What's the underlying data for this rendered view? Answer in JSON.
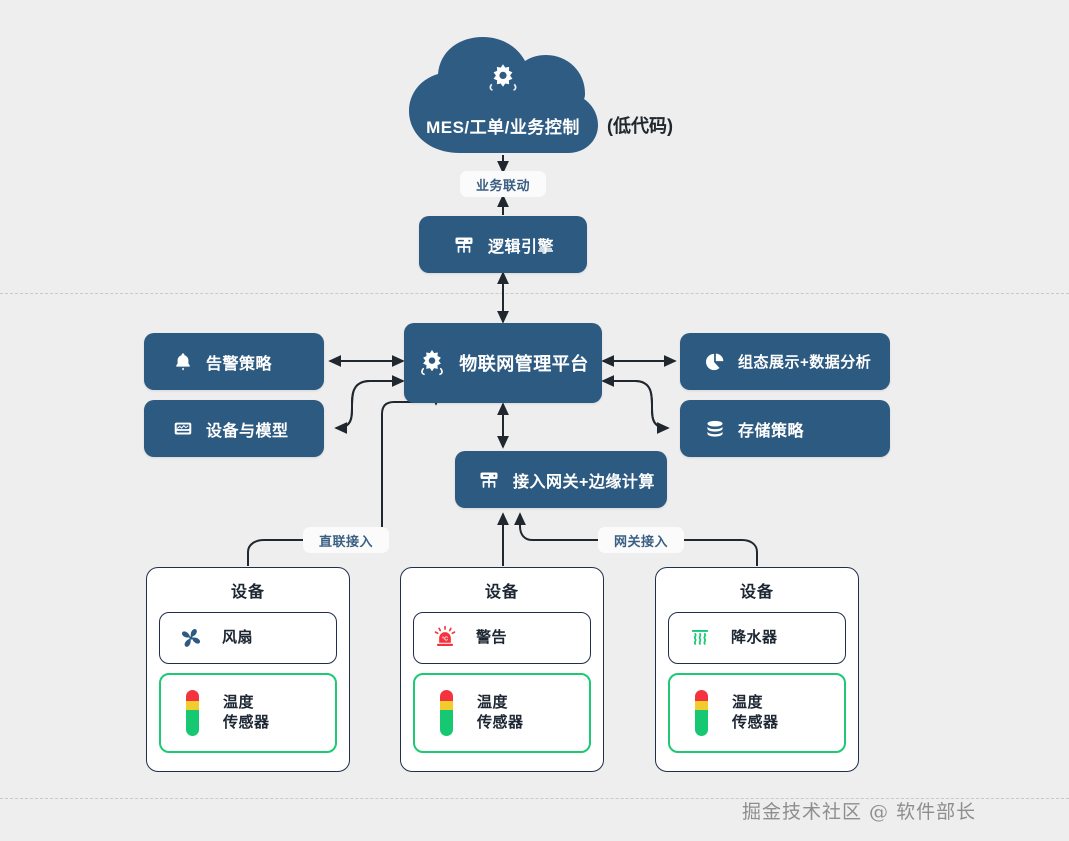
{
  "colors": {
    "background": "#eeeeee",
    "node_fill": "#2d5a80",
    "cloud_fill": "#2e5c83",
    "node_text": "#ffffff",
    "card_border": "#20304a",
    "accent_green": "#1fc974",
    "wire": "#20272e",
    "pill_text": "#3a5f82",
    "dashed_rule": "#c9c9c9",
    "watermark": "#8e8e8e"
  },
  "cloud": {
    "label": "MES/工单/业务控制",
    "icon": "gear-cog-icon",
    "side_note": "(低代码)"
  },
  "wire_labels": {
    "business_link": "业务联动",
    "direct_access": "直联接入",
    "gateway_access": "网关接入"
  },
  "nodes": {
    "logic_engine": {
      "label": "逻辑引擎",
      "icon": "gateway-device-icon"
    },
    "platform": {
      "label": "物联网管理平台",
      "icon": "gear-cog-icon"
    },
    "alarm_policy": {
      "label": "告警策略",
      "icon": "bell-icon"
    },
    "device_model": {
      "label": "设备与模型",
      "icon": "device-model-icon"
    },
    "scada_analytics": {
      "label": "组态展示+数据分析",
      "icon": "pie-chart-icon"
    },
    "storage_policy": {
      "label": "存储策略",
      "icon": "database-icon"
    },
    "edge_gateway": {
      "label": "接入网关+边缘计算",
      "icon": "gateway-device-icon"
    }
  },
  "devices": [
    {
      "title": "设备",
      "primary": {
        "label": "风扇",
        "icon": "fan-icon"
      },
      "sensor": {
        "label_line1": "温度",
        "label_line2": "传感器",
        "icon": "temperature-sensor-icon"
      }
    },
    {
      "title": "设备",
      "primary": {
        "label": "警告",
        "icon": "alarm-siren-icon"
      },
      "sensor": {
        "label_line1": "温度",
        "label_line2": "传感器",
        "icon": "temperature-sensor-icon"
      }
    },
    {
      "title": "设备",
      "primary": {
        "label": "降水器",
        "icon": "water-sprinkler-icon"
      },
      "sensor": {
        "label_line1": "温度",
        "label_line2": "传感器",
        "icon": "temperature-sensor-icon"
      }
    }
  ],
  "watermark": "掘金技术社区 @ 软件部长"
}
